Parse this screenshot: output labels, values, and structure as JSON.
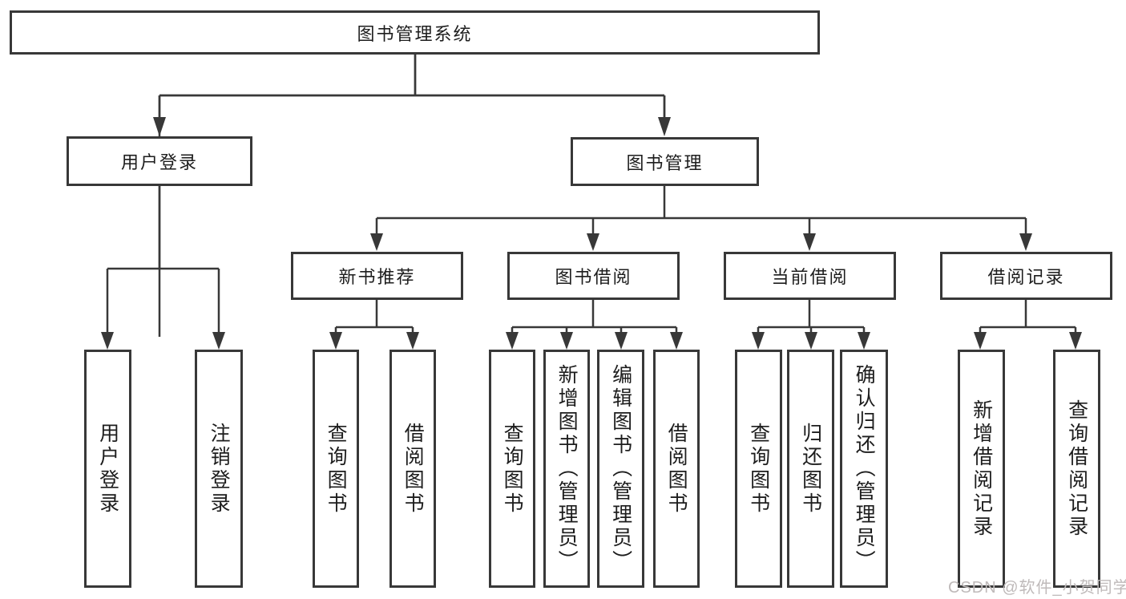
{
  "colors": {
    "line": "#383838",
    "box_border": "#383838",
    "text": "#1d1d1d",
    "background": "#ffffff",
    "watermark": "#bfbaba"
  },
  "watermark": {
    "text": "CSDN @软件_小贺同学"
  },
  "tree": {
    "root": {
      "label": "图书管理系统"
    },
    "branches": [
      {
        "label": "用户登录",
        "children": [
          {
            "label": "用户登录"
          },
          {
            "label": "注销登录"
          }
        ]
      },
      {
        "label": "图书管理",
        "children": [
          {
            "label": "新书推荐",
            "children": [
              {
                "label": "查询图书"
              },
              {
                "label": "借阅图书"
              }
            ]
          },
          {
            "label": "图书借阅",
            "children": [
              {
                "label": "查询图书"
              },
              {
                "label": "新增图书（管理员）"
              },
              {
                "label": "编辑图书（管理员）"
              },
              {
                "label": "借阅图书"
              }
            ]
          },
          {
            "label": "当前借阅",
            "children": [
              {
                "label": "查询图书"
              },
              {
                "label": "归还图书"
              },
              {
                "label": "确认归还（管理员）"
              }
            ]
          },
          {
            "label": "借阅记录",
            "children": [
              {
                "label": "新增借阅记录"
              },
              {
                "label": "查询借阅记录"
              }
            ]
          }
        ]
      }
    ]
  }
}
